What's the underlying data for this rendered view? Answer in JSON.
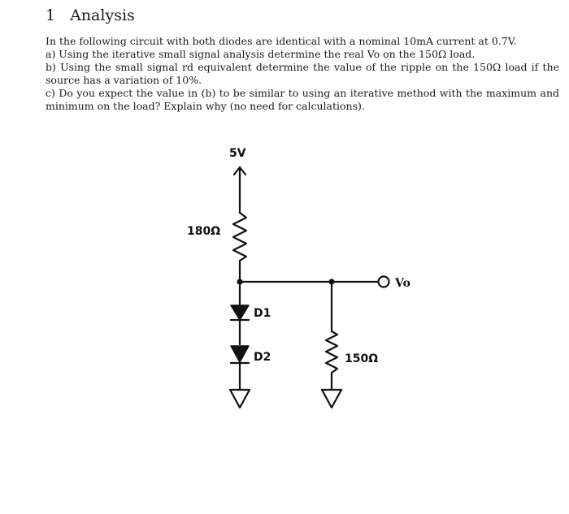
{
  "section": {
    "number": "1",
    "title": "Analysis"
  },
  "problem": {
    "intro": "In the following circuit with both diodes are identical with a nominal 10mA current at 0.7V.",
    "part_a": "a) Using the iterative small signal analysis determine the real Vo on the 150Ω load.",
    "part_b": "b) Using the small signal rd equivalent determine the value of the ripple on the 150Ω load if the source has a variation of 10%.",
    "part_c": "c) Do you expect the value in (b) to be similar to using an iterative method with the maximum and minimum on the load? Explain why (no need for calculations)."
  },
  "circuit": {
    "source_label": "5V",
    "r1_label": "180Ω",
    "d1_label": "D1",
    "d2_label": "D2",
    "load_label": "150Ω",
    "output_label": "Vo"
  }
}
